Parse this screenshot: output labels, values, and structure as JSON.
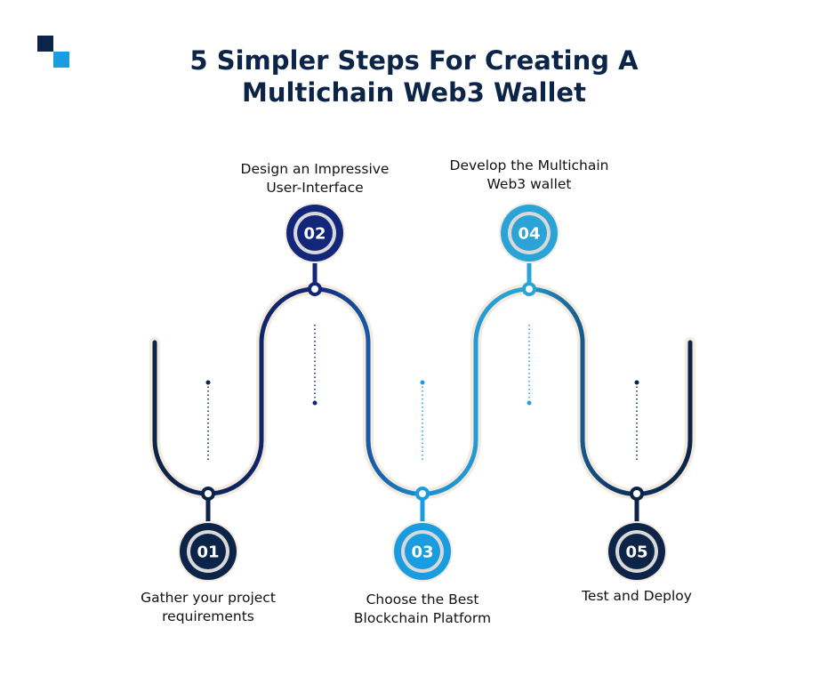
{
  "title": {
    "line1": "5 Simpler Steps For Creating A",
    "line2": "Multichain Web3 Wallet"
  },
  "steps": [
    {
      "number": "01",
      "label_line1": "Gather your project",
      "label_line2": "requirements",
      "color": "#0b2447"
    },
    {
      "number": "02",
      "label_line1": "Design an Impressive",
      "label_line2": "User-Interface",
      "color": "#12267a"
    },
    {
      "number": "03",
      "label_line1": "Choose the Best",
      "label_line2": "Blockchain Platform",
      "color": "#1a9de0"
    },
    {
      "number": "04",
      "label_line1": "Develop the Multichain",
      "label_line2": "Web3 wallet",
      "color": "#2aa4d6"
    },
    {
      "number": "05",
      "label_line1": "Test and Deploy",
      "label_line2": "",
      "color": "#0b2447"
    }
  ],
  "colors": {
    "logo_dark": "#0b2447",
    "logo_light": "#1a9de0"
  }
}
